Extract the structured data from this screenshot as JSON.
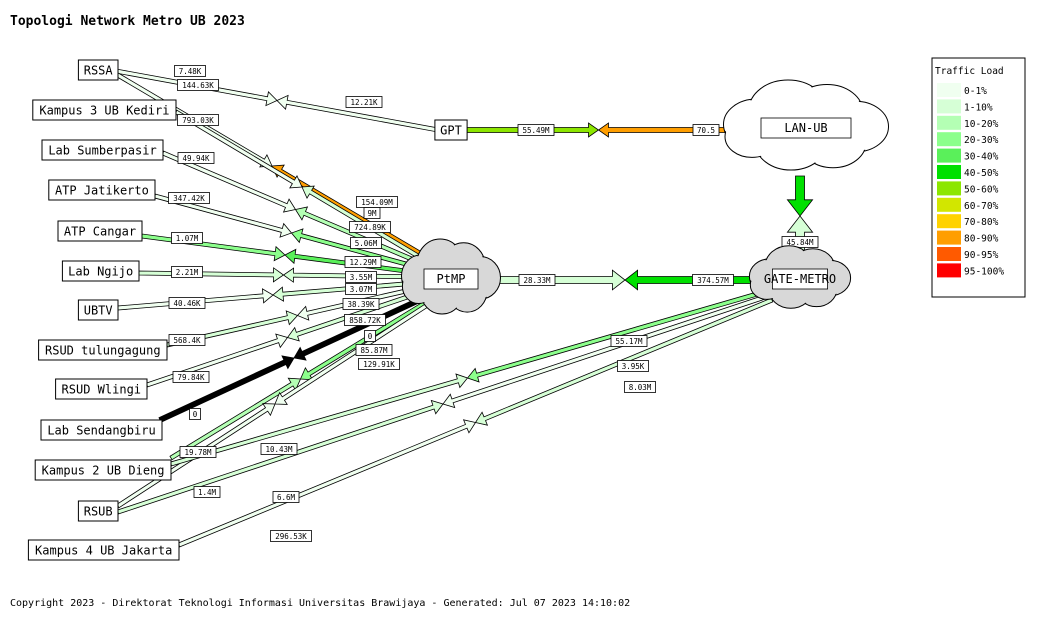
{
  "title": "Topologi Network Metro UB 2023",
  "footer": "Copyright 2023 - Direktorat Teknologi Informasi Universitas Brawijaya - Generated: Jul 07 2023 14:10:02",
  "legend": {
    "title": "Traffic Load",
    "items": [
      {
        "label": "0-1%",
        "color": "#f0fff0"
      },
      {
        "label": "1-10%",
        "color": "#d6ffd6"
      },
      {
        "label": "10-20%",
        "color": "#b4ffb4"
      },
      {
        "label": "20-30%",
        "color": "#8cff8c"
      },
      {
        "label": "30-40%",
        "color": "#5af05a"
      },
      {
        "label": "40-50%",
        "color": "#00e000"
      },
      {
        "label": "50-60%",
        "color": "#8ce600"
      },
      {
        "label": "60-70%",
        "color": "#d2e600"
      },
      {
        "label": "70-80%",
        "color": "#ffd200"
      },
      {
        "label": "80-90%",
        "color": "#ff9e00"
      },
      {
        "label": "90-95%",
        "color": "#ff5a00"
      },
      {
        "label": "95-100%",
        "color": "#ff0000"
      }
    ]
  },
  "nodes": [
    {
      "id": "rssa",
      "label": "RSSA",
      "shape": "box"
    },
    {
      "id": "kediri",
      "label": "Kampus 3 UB Kediri",
      "shape": "box"
    },
    {
      "id": "sumberpasir",
      "label": "Lab Sumberpasir",
      "shape": "box"
    },
    {
      "id": "jatikerto",
      "label": "ATP Jatikerto",
      "shape": "box"
    },
    {
      "id": "cangar",
      "label": "ATP Cangar",
      "shape": "box"
    },
    {
      "id": "ngijo",
      "label": "Lab Ngijo",
      "shape": "box"
    },
    {
      "id": "ubtv",
      "label": "UBTV",
      "shape": "box"
    },
    {
      "id": "tulungagung",
      "label": "RSUD tulungagung",
      "shape": "box"
    },
    {
      "id": "wlingi",
      "label": "RSUD Wlingi",
      "shape": "box"
    },
    {
      "id": "sendangbiru",
      "label": "Lab Sendangbiru",
      "shape": "box"
    },
    {
      "id": "dieng",
      "label": "Kampus 2 UB Dieng",
      "shape": "box"
    },
    {
      "id": "rsub",
      "label": "RSUB",
      "shape": "box"
    },
    {
      "id": "jakarta",
      "label": "Kampus 4 UB Jakarta",
      "shape": "box"
    },
    {
      "id": "gpt",
      "label": "GPT",
      "shape": "box"
    },
    {
      "id": "lanub",
      "label": "LAN-UB",
      "shape": "cloud"
    },
    {
      "id": "ptmp",
      "label": "PtMP",
      "shape": "cloud"
    },
    {
      "id": "gatemetro",
      "label": "GATE-METRO",
      "shape": "cloud"
    }
  ],
  "links": [
    {
      "id": "rssa-gpt",
      "from": "rssa",
      "to": "gpt",
      "out": "7.48K",
      "in": "12.21K",
      "color_out": "#f0fff0",
      "color_in": "#f0fff0"
    },
    {
      "id": "rssa-ptmp",
      "from": "rssa",
      "to": "ptmp",
      "out": "144.63K",
      "in": "154.09M",
      "color_out": "#f0fff0",
      "color_in": "#ff9e00"
    },
    {
      "id": "kediri-ptmp",
      "from": "kediri",
      "to": "ptmp",
      "out": "793.03K",
      "in": "9M",
      "color_out": "#f0fff0",
      "color_in": "#d6ffd6"
    },
    {
      "id": "sumberpasir-ptmp",
      "from": "sumberpasir",
      "to": "ptmp",
      "out": "49.94K",
      "in": "724.89K",
      "color_out": "#f0fff0",
      "color_in": "#b4ffb4"
    },
    {
      "id": "jatikerto-ptmp",
      "from": "jatikerto",
      "to": "ptmp",
      "out": "347.42K",
      "in": "5.06M",
      "color_out": "#f0fff0",
      "color_in": "#8cff8c"
    },
    {
      "id": "cangar-ptmp",
      "from": "cangar",
      "to": "ptmp",
      "out": "1.07M",
      "in": "12.29M",
      "color_out": "#8cff8c",
      "color_in": "#5af05a"
    },
    {
      "id": "ngijo-ptmp",
      "from": "ngijo",
      "to": "ptmp",
      "out": "2.21M",
      "in": "3.55M",
      "color_out": "#d6ffd6",
      "color_in": "#d6ffd6"
    },
    {
      "id": "ubtv-ptmp",
      "from": "ubtv",
      "to": "ptmp",
      "out": "40.46K",
      "in": "3.07M",
      "color_out": "#f0fff0",
      "color_in": "#d6ffd6"
    },
    {
      "id": "tulungagung-ptmp",
      "from": "tulungagung",
      "to": "ptmp",
      "out": "568.4K",
      "in": "38.39K",
      "color_out": "#d6ffd6",
      "color_in": "#f0fff0"
    },
    {
      "id": "wlingi-ptmp",
      "from": "wlingi",
      "to": "ptmp",
      "out": "79.84K",
      "in": "858.72K",
      "color_out": "#f0fff0",
      "color_in": "#d6ffd6"
    },
    {
      "id": "sendangbiru-ptmp",
      "from": "sendangbiru",
      "to": "ptmp",
      "out": "0",
      "in": "0",
      "color_out": "#000000",
      "color_in": "#000000"
    },
    {
      "id": "dieng-ptmp",
      "from": "dieng",
      "to": "ptmp",
      "out": "19.78M",
      "in": "85.87M",
      "color_out": "#b4ffb4",
      "color_in": "#8cff8c"
    },
    {
      "id": "rsub-ptmp",
      "from": "rsub",
      "to": "ptmp",
      "out": "1.4M",
      "in": "129.91K",
      "color_out": "#f0fff0",
      "color_in": "#f0fff0"
    },
    {
      "id": "dieng-gatemetro",
      "from": "dieng",
      "to": "gatemetro",
      "out": "10.43M",
      "in": "55.17M",
      "color_out": "#d6ffd6",
      "color_in": "#8cff8c"
    },
    {
      "id": "rsub-gatemetro",
      "from": "rsub",
      "to": "gatemetro",
      "out": "6.6M",
      "in": "3.95K",
      "color_out": "#d6ffd6",
      "color_in": "#f0fff0"
    },
    {
      "id": "jakarta-gatemetro",
      "from": "jakarta",
      "to": "gatemetro",
      "out": "296.53K",
      "in": "8.03M",
      "color_out": "#f0fff0",
      "color_in": "#d6ffd6"
    },
    {
      "id": "gpt-lanub",
      "from": "gpt",
      "to": "lanub",
      "out": "55.49M",
      "in": "70.5",
      "color_out": "#8ce600",
      "color_in": "#ff9e00"
    },
    {
      "id": "ptmp-gatemetro",
      "from": "ptmp",
      "to": "gatemetro",
      "out": "28.33M",
      "in": "374.57M",
      "color_out": "#d6ffd6",
      "color_in": "#00e000"
    },
    {
      "id": "lanub-gatemetro",
      "from": "lanub",
      "to": "gatemetro",
      "out": "",
      "in": "45.84M",
      "color_out": "#00e000",
      "color_in": "#d6ffd6"
    }
  ]
}
